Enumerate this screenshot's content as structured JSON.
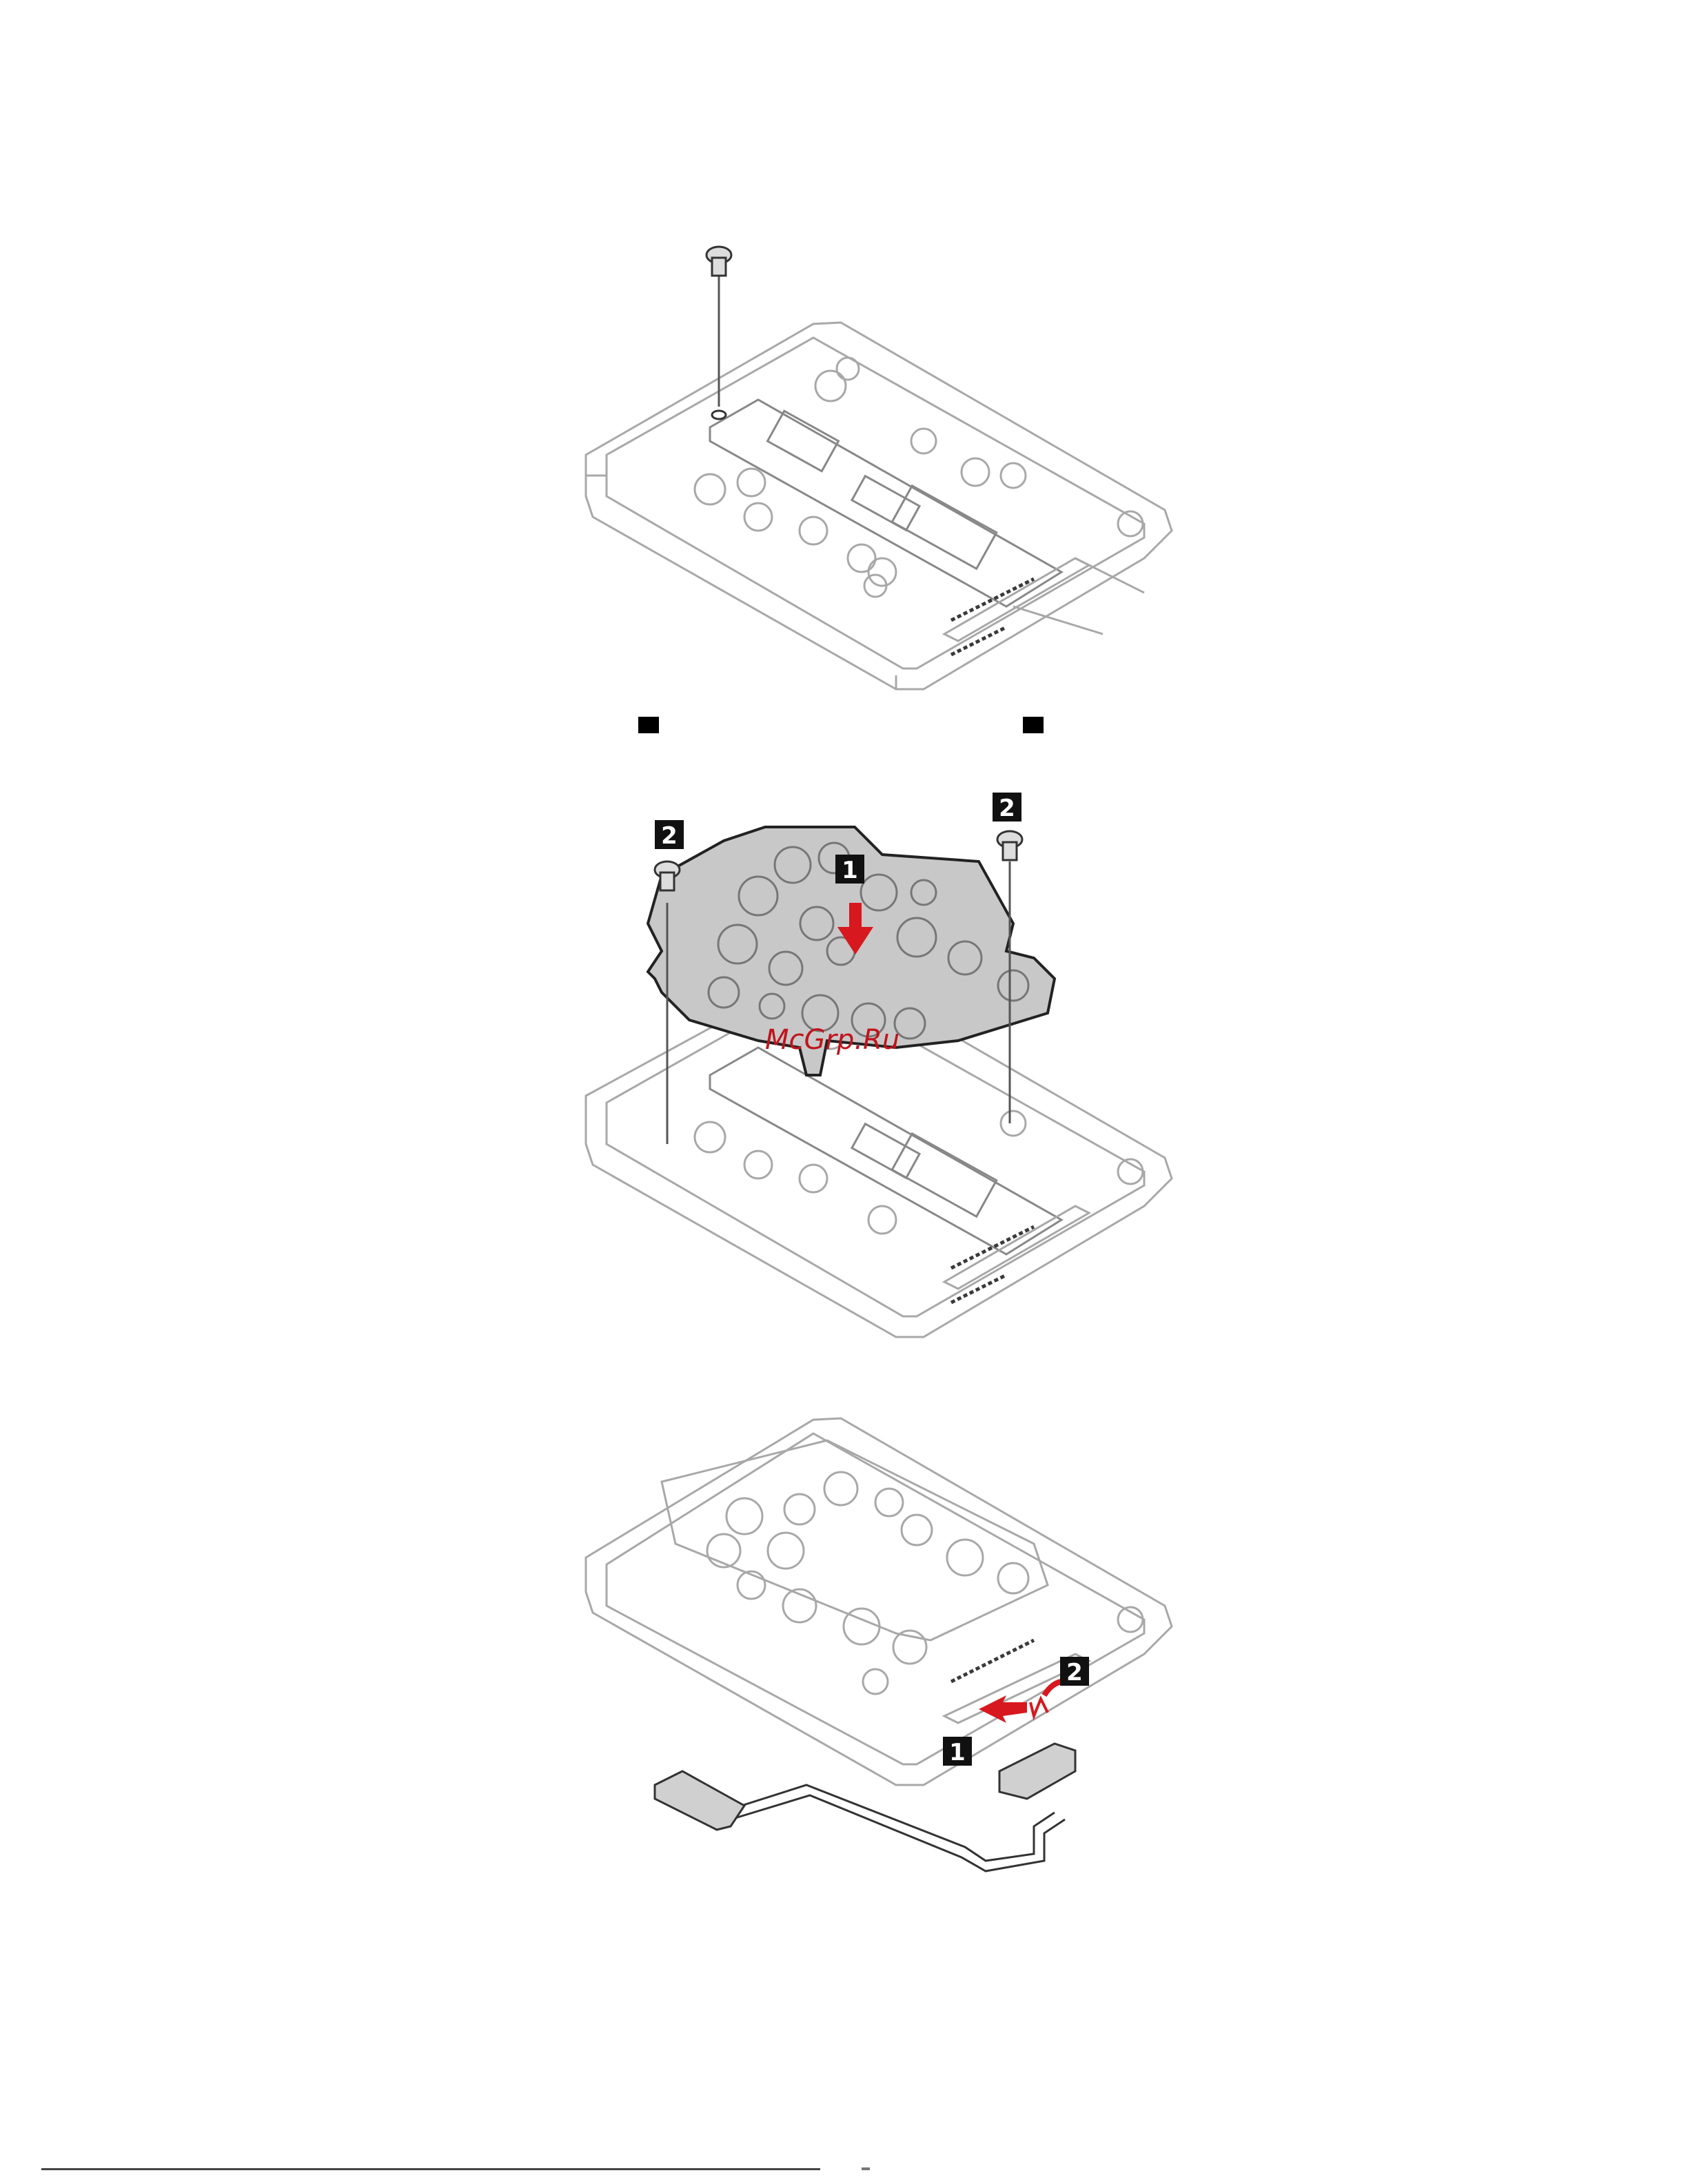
{
  "figures": [
    {
      "id": "fig1",
      "callouts": []
    },
    {
      "id": "fig2",
      "callouts": [
        "1",
        "2",
        "2"
      ]
    },
    {
      "id": "fig3",
      "callouts": [
        "1",
        "2"
      ]
    }
  ],
  "watermark": "McGrp.Ru",
  "colors": {
    "line": "#a8a8a8",
    "dark_line": "#3a3a3a",
    "callout_bg": "#111111",
    "arrow_red": "#d8181f",
    "plate_fill": "#c8c8c8"
  },
  "icons": [
    "screw-icon",
    "step-bullet-icon",
    "red-arrow-icon"
  ]
}
